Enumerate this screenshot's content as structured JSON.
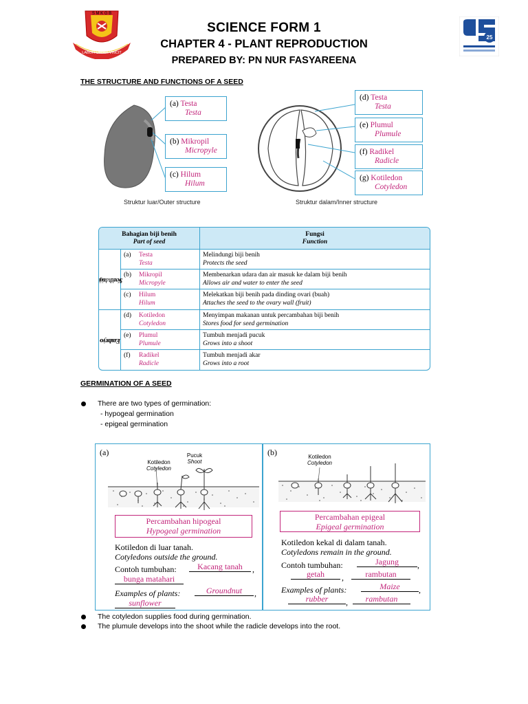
{
  "header": {
    "title": "SCIENCE FORM 1",
    "chapter": "CHAPTER 4 - PLANT REPRODUCTION",
    "prepared_by": "PREPARED BY: PN NUR FASYAREENA",
    "left_logo_motto": "LABOR OMNIA VINCIT",
    "left_logo_initials": "S M K G B",
    "right_logo_number": "25"
  },
  "section1": {
    "heading": "THE STRUCTURE AND FUNCTIONS OF A SEED",
    "outer_labels": [
      {
        "letter": "(a)",
        "malay": "Testa",
        "english": "Testa"
      },
      {
        "letter": "(b)",
        "malay": "Mikropil",
        "english": "Micropyle"
      },
      {
        "letter": "(c)",
        "malay": "Hilum",
        "english": "Hilum"
      }
    ],
    "inner_labels": [
      {
        "letter": "(d)",
        "malay": "Testa",
        "english": "Testa"
      },
      {
        "letter": "(e)",
        "malay": "Plumul",
        "english": "Plumule"
      },
      {
        "letter": "(f)",
        "malay": "Radikel",
        "english": "Radicle"
      },
      {
        "letter": "(g)",
        "malay": "Kotiledon",
        "english": "Cotyledon"
      }
    ],
    "outer_caption": "Struktur luar/Outer structure",
    "inner_caption": "Struktur dalam/Inner structure"
  },
  "table": {
    "header_part_malay": "Bahagian biji benih",
    "header_part_english": "Part of seed",
    "header_func_malay": "Fungsi",
    "header_func_english": "Function",
    "group1_malay": "Kulit biji",
    "group1_english": "Seed coat",
    "group2_malay": "Embrio",
    "group2_english": "Embryo",
    "rows": [
      {
        "letter": "(a)",
        "malay": "Testa",
        "english": "Testa",
        "func_malay": "Melindungi biji benih",
        "func_english": "Protects the seed"
      },
      {
        "letter": "(b)",
        "malay": "Mikropil",
        "english": "Micropyle",
        "func_malay": "Membenarkan udara dan air masuk ke dalam biji benih",
        "func_english": "Allows air and water to enter the seed"
      },
      {
        "letter": "(c)",
        "malay": "Hilum",
        "english": "Hilum",
        "func_malay": "Melekatkan biji benih pada dinding ovari (buah)",
        "func_english": "Attaches the seed to the ovary wall (fruit)"
      },
      {
        "letter": "(d)",
        "malay": "Kotiledon",
        "english": "Cotyledon",
        "func_malay": "Menyimpan makanan untuk percambahan biji benih",
        "func_english": "Stores food for seed germination"
      },
      {
        "letter": "(e)",
        "malay": "Plumul",
        "english": "Plumule",
        "func_malay": "Tumbuh menjadi pucuk",
        "func_english": "Grows into a shoot"
      },
      {
        "letter": "(f)",
        "malay": "Radikel",
        "english": "Radicle",
        "func_malay": "Tumbuh menjadi akar",
        "func_english": "Grows into a root"
      }
    ]
  },
  "section2": {
    "heading": "GERMINATION OF A SEED",
    "bullet1": "There are two types of germination:",
    "sub1": "- hypogeal germination",
    "sub2": "- epigeal germination"
  },
  "germination": {
    "panel_a": {
      "label": "(a)",
      "cotyledon_malay": "Kotiledon",
      "cotyledon_english": "Cotyledon",
      "shoot_malay": "Pucuk",
      "shoot_english": "Shoot",
      "title_malay": "Percambahan hipogeal",
      "title_english": "Hypogeal germination",
      "desc_malay": "Kotiledon di luar tanah.",
      "desc_english": "Cotyledons outside the ground.",
      "contoh_label": "Contoh tumbuhan:",
      "contoh1": "Kacang tanah",
      "contoh2": "bunga matahari",
      "examples_label": "Examples of plants:",
      "example1": "Groundnut",
      "example2": "sunflower"
    },
    "panel_b": {
      "label": "(b)",
      "cotyledon_malay": "Kotiledon",
      "cotyledon_english": "Cotyledon",
      "title_malay": "Percambahan epigeal",
      "title_english": "Epigeal germination",
      "desc_malay": "Kotiledon kekal di dalam tanah.",
      "desc_english": "Cotyledons remain in the ground.",
      "contoh_label": "Contoh tumbuhan:",
      "contoh1": "Jagung",
      "contoh2": "getah",
      "contoh3": "rambutan",
      "examples_label": "Examples of plants:",
      "example1": "Maize",
      "example2": "rubber",
      "example3": "rambutan"
    }
  },
  "footer_bullets": [
    "The cotyledon supplies food during germination.",
    "The plumule develops into the shoot while the radicle develops into the root."
  ],
  "colors": {
    "accent_blue": "#3aa3cf",
    "magenta": "#c2247a",
    "table_header": "#cde9f6"
  }
}
